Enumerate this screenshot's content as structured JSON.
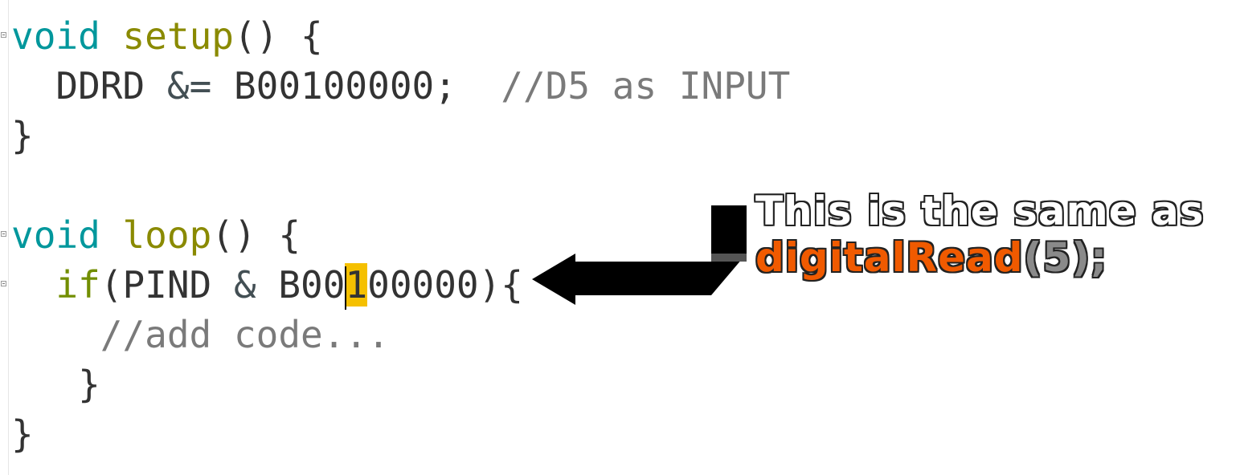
{
  "editor": {
    "lines": [
      [
        {
          "t": "void",
          "c": "kw-type"
        },
        {
          "t": " ",
          "c": ""
        },
        {
          "t": "setup",
          "c": "kw-fn"
        },
        {
          "t": "() {",
          "c": ""
        }
      ],
      [
        {
          "t": "  DDRD ",
          "c": ""
        },
        {
          "t": "&=",
          "c": "op"
        },
        {
          "t": " B00100000;  ",
          "c": ""
        },
        {
          "t": "//D5 as INPUT",
          "c": "cmt"
        }
      ],
      [
        {
          "t": "}",
          "c": ""
        }
      ],
      [
        {
          "t": "",
          "c": ""
        }
      ],
      [
        {
          "t": "void",
          "c": "kw-type"
        },
        {
          "t": " ",
          "c": ""
        },
        {
          "t": "loop",
          "c": "kw-fn"
        },
        {
          "t": "() {",
          "c": ""
        }
      ],
      [
        {
          "t": "  ",
          "c": ""
        },
        {
          "t": "if",
          "c": "kw-if"
        },
        {
          "t": "(PIND ",
          "c": ""
        },
        {
          "t": "&",
          "c": "op"
        },
        {
          "t": " B00",
          "c": ""
        },
        {
          "t": "1",
          "c": "hl"
        },
        {
          "t": "00000){",
          "c": ""
        }
      ],
      [
        {
          "t": "    //add code...",
          "c": "cmt"
        }
      ],
      [
        {
          "t": "   }",
          "c": ""
        }
      ],
      [
        {
          "t": "}",
          "c": ""
        }
      ]
    ],
    "fold_markers": [
      0,
      4,
      5
    ]
  },
  "annotation": {
    "line1": "This is the same as",
    "line2_fn": "digitalRead",
    "line2_open": "(",
    "line2_arg": "5",
    "line2_close": ");"
  },
  "colors": {
    "type_keyword": "#00979c",
    "function_name": "#8a8a00",
    "comment": "#7a7a7a",
    "highlight": "#f5c000",
    "annotation_accent": "#f05a00"
  }
}
